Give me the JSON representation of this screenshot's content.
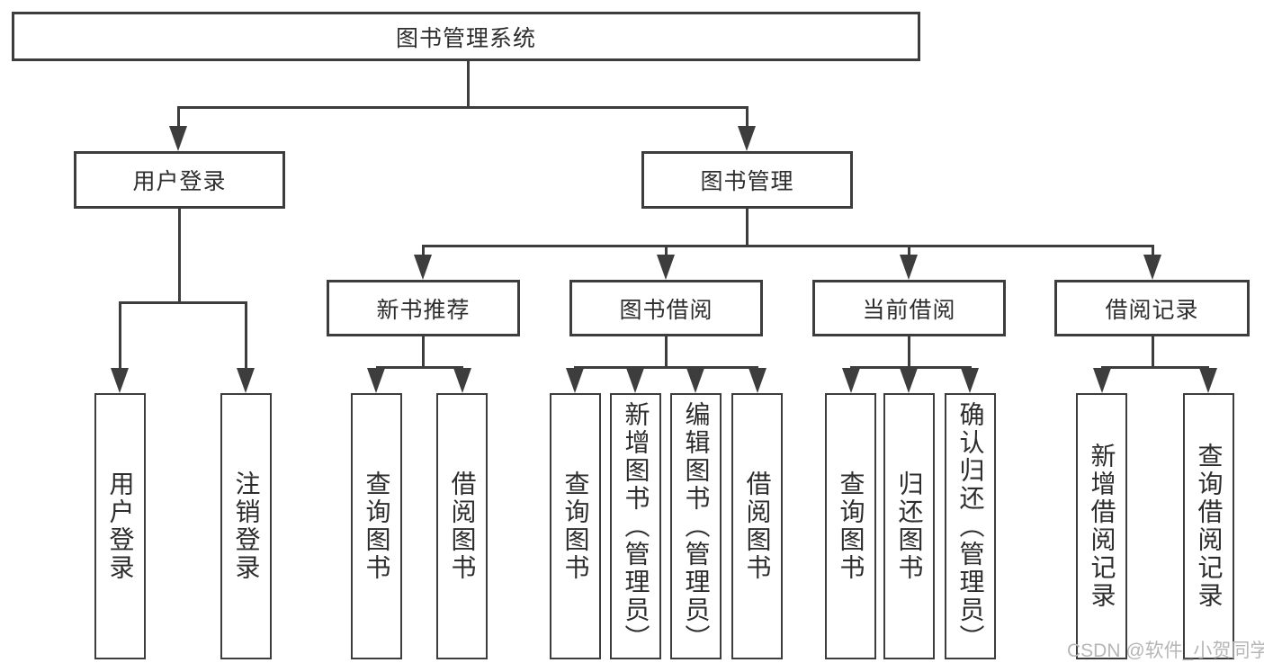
{
  "tree": {
    "root": {
      "label": "图书管理系统",
      "children": [
        {
          "label": "用户登录",
          "children": [
            {
              "label": "用户登录"
            },
            {
              "label": "注销登录"
            }
          ]
        },
        {
          "label": "图书管理",
          "children": [
            {
              "label": "新书推荐",
              "children": [
                {
                  "label": "查询图书"
                },
                {
                  "label": "借阅图书"
                }
              ]
            },
            {
              "label": "图书借阅",
              "children": [
                {
                  "label": "查询图书"
                },
                {
                  "label": "新增图书（管理员）"
                },
                {
                  "label": "编辑图书（管理员）"
                },
                {
                  "label": "借阅图书"
                }
              ]
            },
            {
              "label": "当前借阅",
              "children": [
                {
                  "label": "查询图书"
                },
                {
                  "label": "归还图书"
                },
                {
                  "label": "确认归还（管理员）"
                }
              ]
            },
            {
              "label": "借阅记录",
              "children": [
                {
                  "label": "新增借阅记录"
                },
                {
                  "label": "查询借阅记录"
                }
              ]
            }
          ]
        }
      ]
    }
  },
  "watermark": {
    "text": "CSDN @软件_小贺同学"
  },
  "colors": {
    "line": "#3d3d3d",
    "text": "#2d2d2d",
    "watermark": "#b6b6b6",
    "background": "#ffffff"
  }
}
